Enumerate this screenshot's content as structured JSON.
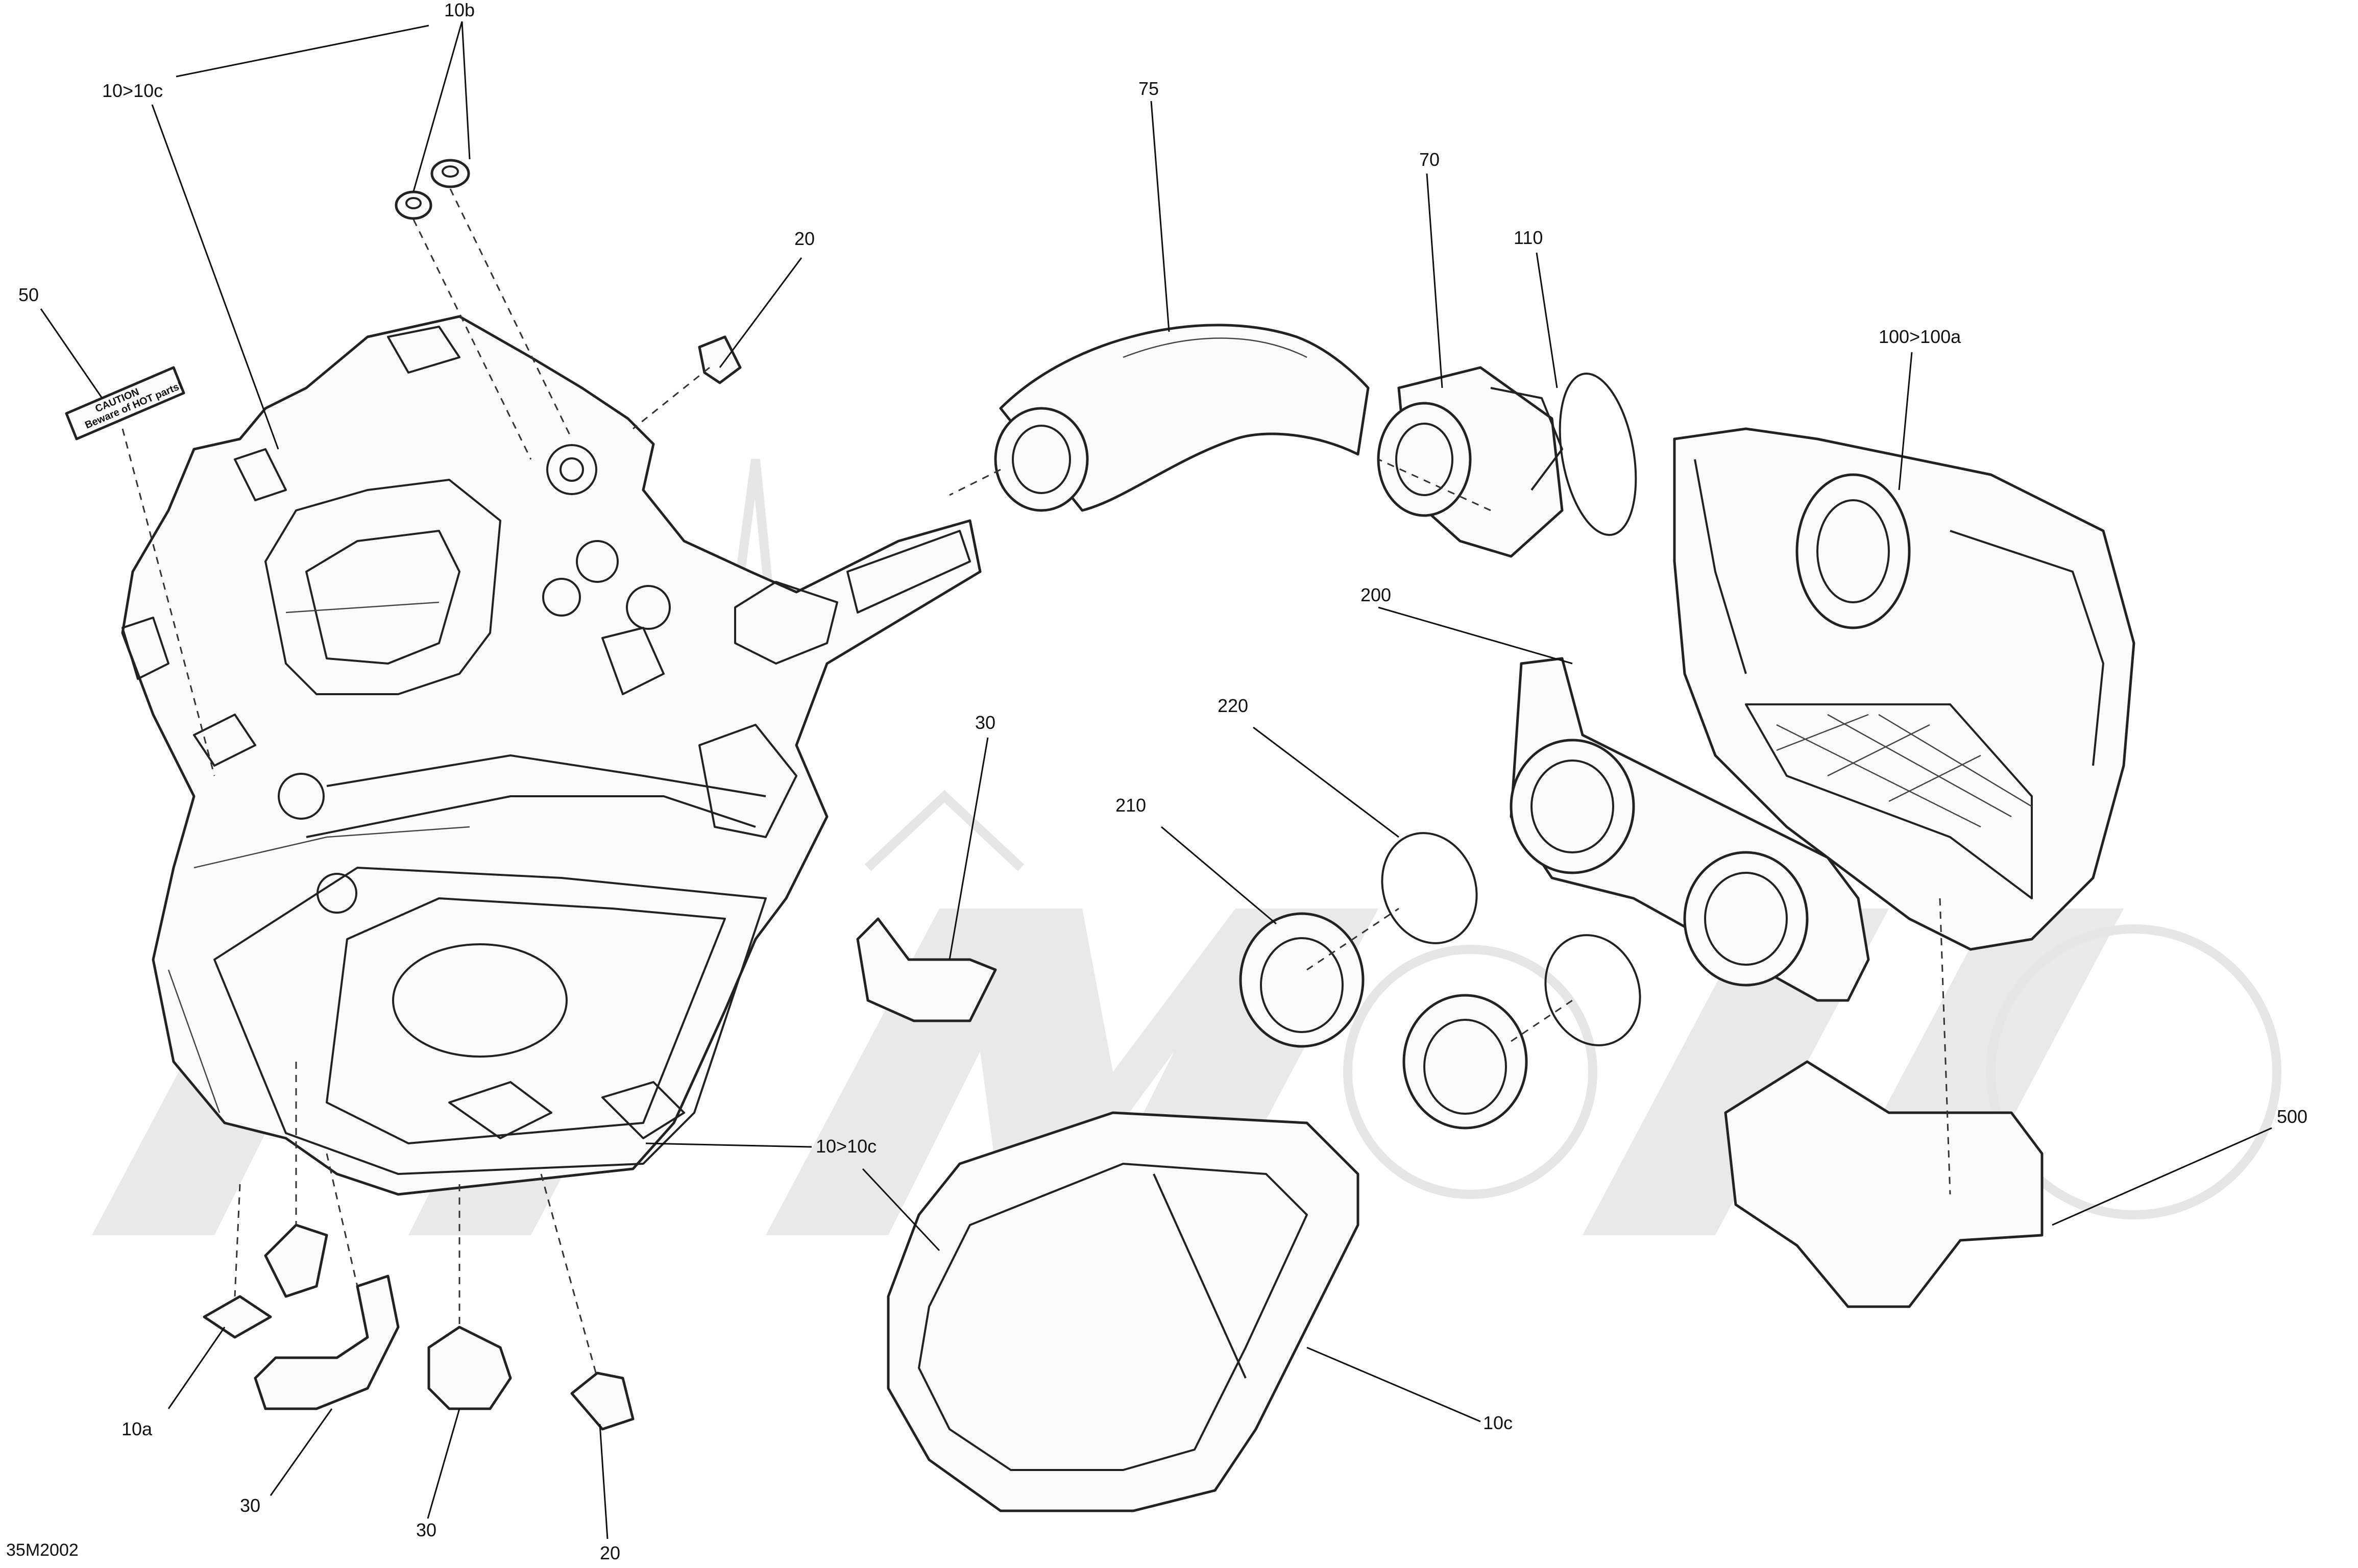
{
  "diagram_code": "35M2002",
  "callouts": {
    "c10b": "10b",
    "c10to10c_top": "10>10c",
    "c50": "50",
    "c20_top": "20",
    "c75": "75",
    "c70": "70",
    "c110": "110",
    "c100to100a": "100>100a",
    "c200": "200",
    "c220": "220",
    "c210": "210",
    "c30_mid": "30",
    "c10to10c_mid": "10>10c",
    "c500": "500",
    "c10c": "10c",
    "c10a": "10a",
    "c30_left": "30",
    "c30_bottom": "30",
    "c20_bottom": "20"
  },
  "label_sticker": {
    "line1": "CAUTION",
    "line2": "Beware of HOT parts!"
  }
}
